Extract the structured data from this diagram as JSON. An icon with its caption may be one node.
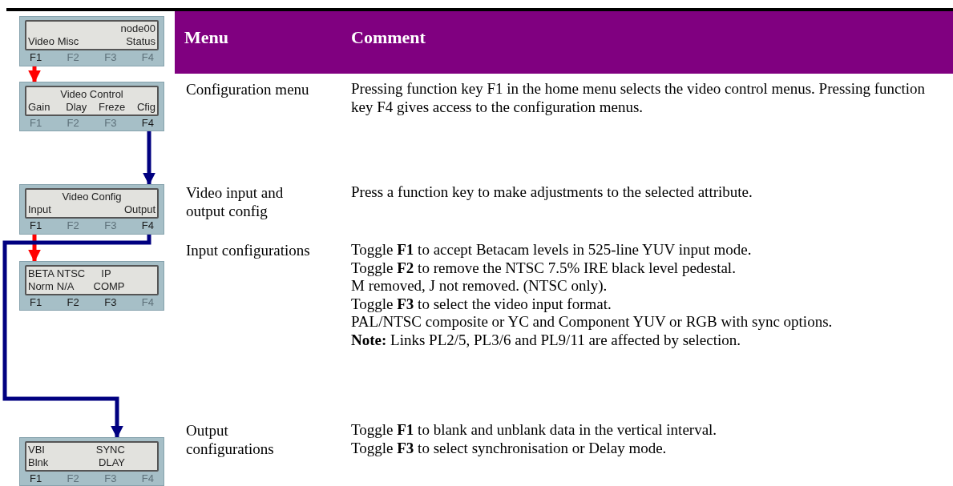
{
  "diagram": {
    "nodes": [
      {
        "text": [
          "node00",
          "Video Misc",
          "Status",
          "F1",
          "F2",
          "F3",
          "F4"
        ]
      },
      {
        "text": [
          "Video Control",
          "Gain",
          "Dlay",
          "Freze",
          "Cfig",
          "F1",
          "F2",
          "F3",
          "F4"
        ]
      },
      {
        "text": [
          "Video Config",
          "Input",
          "Output",
          "F1",
          "F2",
          "F3",
          "F4"
        ]
      },
      {
        "text": [
          "BETA",
          "NTSC",
          "IP",
          "Norm",
          "N/A",
          "COMP",
          "F1",
          "F2",
          "F3",
          "F4"
        ]
      },
      {
        "text": [
          "VBI",
          "SYNC",
          "Blnk",
          "DLAY",
          "F1",
          "F2",
          "F3",
          "F4"
        ]
      }
    ],
    "edges": [
      {
        "from": 0,
        "to": 1,
        "arrow": "to",
        "color": "#ff0000"
      },
      {
        "from": 1,
        "to": 2,
        "arrow": "to",
        "color": "#000080"
      },
      {
        "from": 2,
        "to": 3,
        "arrow": "to",
        "color": "#ff0000"
      },
      {
        "from": 2,
        "to": 4,
        "arrow": "to",
        "color": "#000080"
      }
    ],
    "labels": [
      "Menu",
      "Comment",
      "Configuration menu",
      "Pressing function key F1 in the home menu selects the video control menus. Pressing function key F4 gives access to the configuration menus.",
      "Video input and output config",
      "Press a function key to make adjustments to the selected attribute.",
      "Input configurations",
      "Toggle **F1** to accept Betacam levels in 525-line YUV input mode.",
      "Toggle **F2** to remove the NTSC 7.5% IRE black level pedestal.",
      "M removed, J not removed. (NTSC only).",
      "Toggle **F3** to select the video input format.",
      "PAL/NTSC composite or YC and Component YUV or RGB with sync options.",
      "**Note:** Links PL2/5, PL3/6 and PL9/11 are affected by selection.",
      "Output configurations",
      "Toggle **F1** to blank and unblank data in the vertical interval.",
      "Toggle **F3** to select synchronisation or Delay mode."
    ]
  }
}
